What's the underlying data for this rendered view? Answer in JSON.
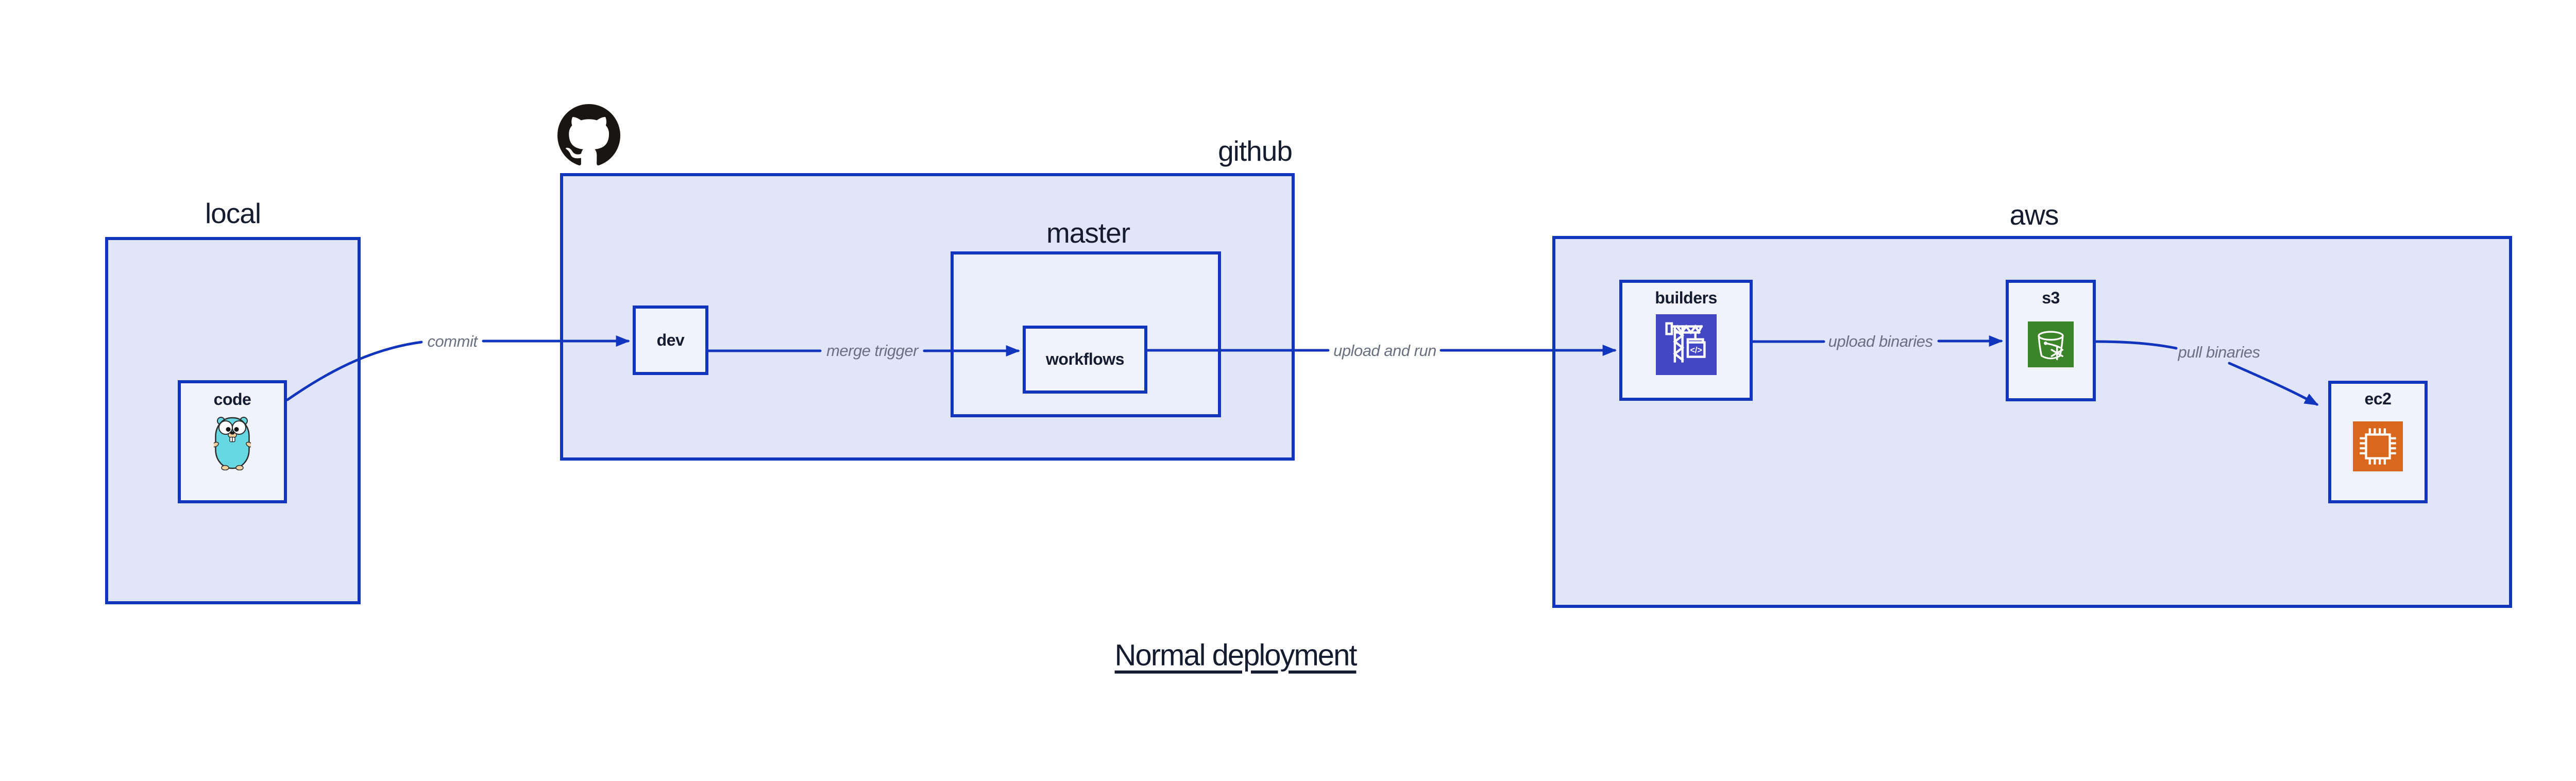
{
  "title": "Normal deployment",
  "groups": {
    "local": {
      "label": "local"
    },
    "github": {
      "label": "github"
    },
    "master": {
      "label": "master"
    },
    "aws": {
      "label": "aws"
    }
  },
  "nodes": {
    "code": {
      "label": "code"
    },
    "dev": {
      "label": "dev"
    },
    "workflows": {
      "label": "workflows"
    },
    "builders": {
      "label": "builders"
    },
    "s3": {
      "label": "s3"
    },
    "ec2": {
      "label": "ec2"
    }
  },
  "edges": {
    "commit": {
      "label": "commit"
    },
    "merge_trigger": {
      "label": "merge trigger"
    },
    "upload_and_run": {
      "label": "upload and run"
    },
    "upload_binaries": {
      "label": "upload binaries"
    },
    "pull_binaries": {
      "label": "pull binaries"
    }
  },
  "icons": {
    "github_logo": "github-octocat",
    "gopher": "go-gopher-mascot",
    "codebuild": "aws-codebuild-crane",
    "codebuild_glyph": "</>",
    "s3": "aws-s3-glacier-bucket-snowflake",
    "ec2": "aws-ec2-chip"
  },
  "colors": {
    "line_blue": "#1135bc",
    "group_fill": "#e0e5f7",
    "master_fill": "#eaeefa",
    "node_fill": "#f0f3fc",
    "label_dark": "#161c30",
    "edge_label_gray": "#6b7080",
    "codebuild_indigo": "#4347c4",
    "s3_green": "#3c8429",
    "ec2_orange": "#d9671d",
    "gopher_teal": "#67d7e2",
    "github_black": "#191513"
  }
}
